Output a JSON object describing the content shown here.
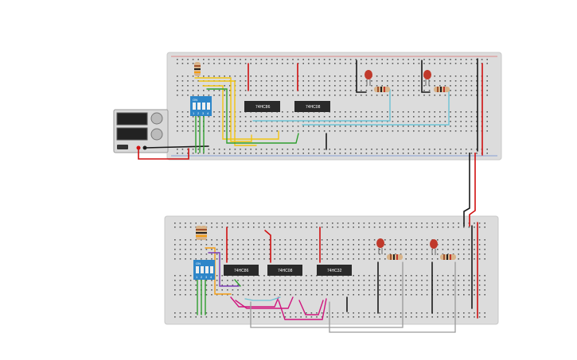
{
  "canvas": {
    "background": "#ffffff"
  },
  "colors": {
    "board": "#dcdcdc",
    "board_edge": "#c8c8c8",
    "hole": "#4a4a4a",
    "rail_red": "#d33",
    "rail_blue": "#36c",
    "chip": "#2a2a2a",
    "dip_switch": "#2e86c9",
    "led_red": "#c0392b",
    "wire_red": "#d01010",
    "wire_black": "#1a1a1a",
    "wire_yellow": "#f2c40f",
    "wire_green": "#2e9e2e",
    "wire_cyan": "#6cc3d5",
    "wire_gray": "#9a9a9a",
    "wire_magenta": "#d0157d",
    "wire_orange": "#f39c12",
    "wire_purple": "#7d3cb5"
  },
  "power_supply": {
    "name": "power-supply",
    "icon": "power-supply-icon"
  },
  "boards": [
    {
      "name": "breadboard-top",
      "dip_switch": {
        "label": "ON",
        "positions": [
          "1",
          "2",
          "3",
          "4"
        ]
      },
      "chips": [
        "74HC86",
        "74HC08"
      ]
    },
    {
      "name": "breadboard-bottom",
      "dip_switch": {
        "label": "ON",
        "positions": [
          "1",
          "2",
          "3",
          "4"
        ]
      },
      "chips": [
        "74HC86",
        "74HC08",
        "74HC32"
      ]
    }
  ]
}
